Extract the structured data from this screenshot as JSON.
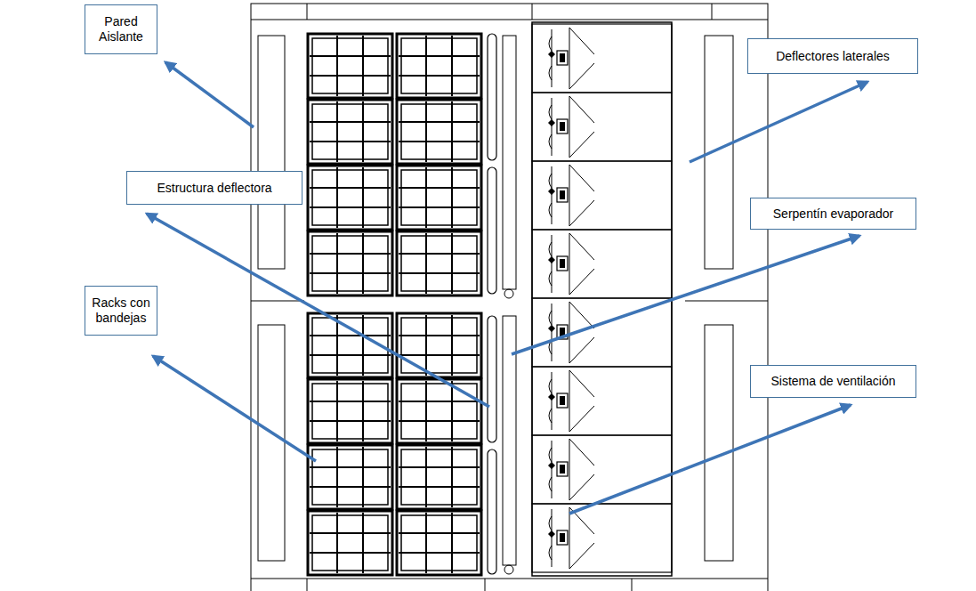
{
  "diagram": {
    "nodes": [
      {
        "text": [
          "Pared Aislante"
        ]
      },
      {
        "text": [
          "Deflectores laterales"
        ]
      },
      {
        "text": [
          "Estructura deflectora"
        ]
      },
      {
        "text": [
          "Serpentín evaporador"
        ]
      },
      {
        "text": [
          "Racks con bandejas"
        ]
      },
      {
        "text": [
          "Sistema de ventilación"
        ]
      }
    ]
  }
}
